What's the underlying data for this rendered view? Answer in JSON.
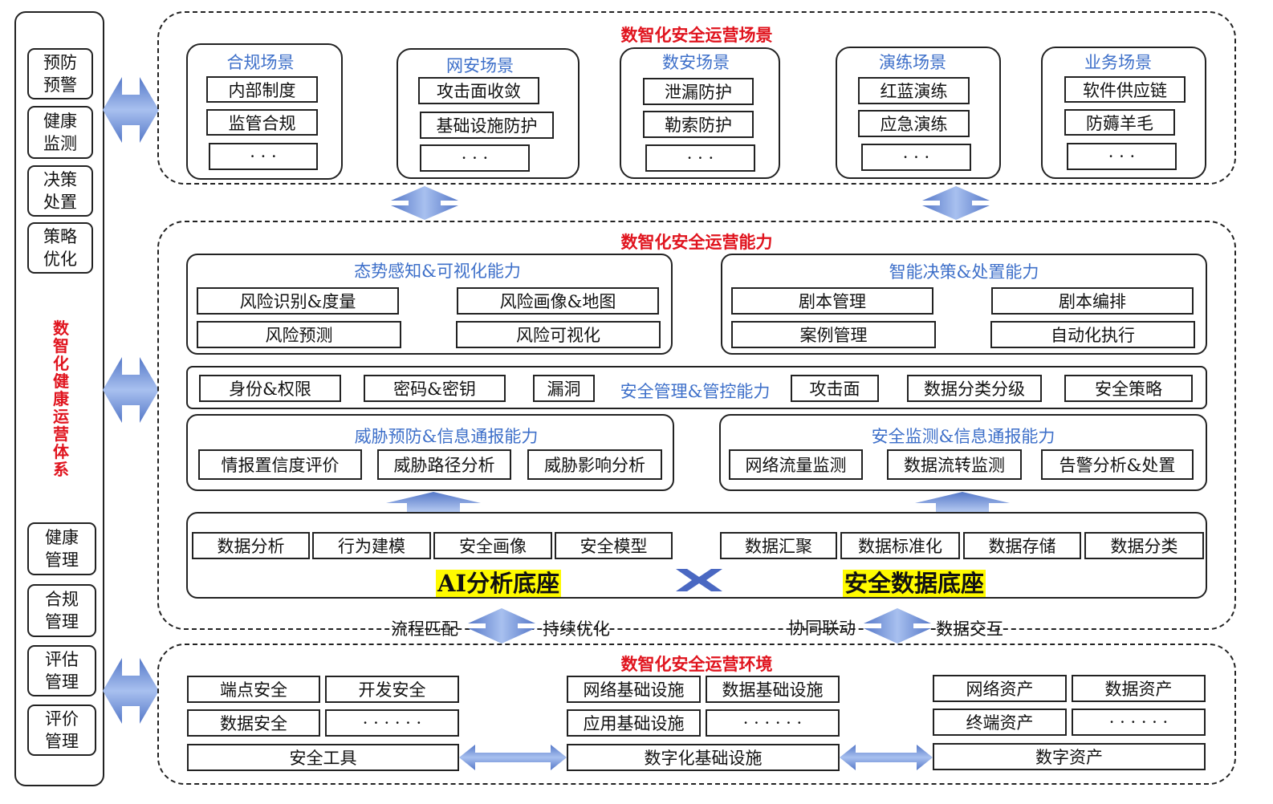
{
  "colors": {
    "red": "#e0141e",
    "blue": "#3d6fc9",
    "arrow": "#6e8fd8",
    "highlight": "#fffb00"
  },
  "left": {
    "top_items": [
      "预防\n预警",
      "健康\n监测",
      "决策\n处置",
      "策略\n优化"
    ],
    "title": "数\n智\n化\n健\n康\n运\n营\n体\n系",
    "bottom_items": [
      "健康\n管理",
      "合规\n管理",
      "评估\n管理",
      "评价\n管理"
    ]
  },
  "scenes": {
    "title": "数智化安全运营场景",
    "groups": [
      {
        "title": "合规场景",
        "items": [
          "内部制度",
          "监管合规",
          "· · ·"
        ]
      },
      {
        "title": "网安场景",
        "items": [
          "攻击面收敛",
          "基础设施防护",
          "· · ·"
        ]
      },
      {
        "title": "数安场景",
        "items": [
          "泄漏防护",
          "勒索防护",
          "· · ·"
        ]
      },
      {
        "title": "演练场景",
        "items": [
          "红蓝演练",
          "应急演练",
          "· · ·"
        ]
      },
      {
        "title": "业务场景",
        "items": [
          "软件供应链",
          "防薅羊毛",
          "· · ·"
        ]
      }
    ]
  },
  "capability": {
    "title": "数智化安全运营能力",
    "situation": {
      "title": "态势感知&可视化能力",
      "items": [
        "风险识别&度量",
        "风险画像&地图",
        "风险预测",
        "风险可视化"
      ]
    },
    "decision": {
      "title": "智能决策&处置能力",
      "items": [
        "剧本管理",
        "剧本编排",
        "案例管理",
        "自动化执行"
      ]
    },
    "management": {
      "title": "安全管理&管控能力",
      "left": [
        "身份&权限",
        "密码&密钥",
        "漏洞"
      ],
      "right": [
        "攻击面",
        "数据分类分级",
        "安全策略"
      ]
    },
    "threat": {
      "title": "威胁预防&信息通报能力",
      "items": [
        "情报置信度评价",
        "威胁路径分析",
        "威胁影响分析"
      ]
    },
    "monitor": {
      "title": "安全监测&信息通报能力",
      "items": [
        "网络流量监测",
        "数据流转监测",
        "告警分析&处置"
      ]
    },
    "ai_items": [
      "数据分析",
      "行为建模",
      "安全画像",
      "安全模型"
    ],
    "data_items": [
      "数据汇聚",
      "数据标准化",
      "数据存储",
      "数据分类"
    ],
    "ai_base": "AI分析底座",
    "data_base": "安全数据底座"
  },
  "links": {
    "l1": "流程匹配",
    "l2": "持续优化",
    "r1": "协同联动",
    "r2": "数据交互"
  },
  "env": {
    "title": "数智化安全运营环境",
    "tools": [
      "端点安全",
      "开发安全",
      "数据安全",
      "· · · · · ·"
    ],
    "tools_base": "安全工具",
    "infra": [
      "网络基础设施",
      "数据基础设施",
      "应用基础设施",
      "· · · · · ·"
    ],
    "infra_base": "数字化基础设施",
    "assets": [
      "网络资产",
      "数据资产",
      "终端资产",
      "· · · · · ·"
    ],
    "assets_base": "数字资产"
  }
}
